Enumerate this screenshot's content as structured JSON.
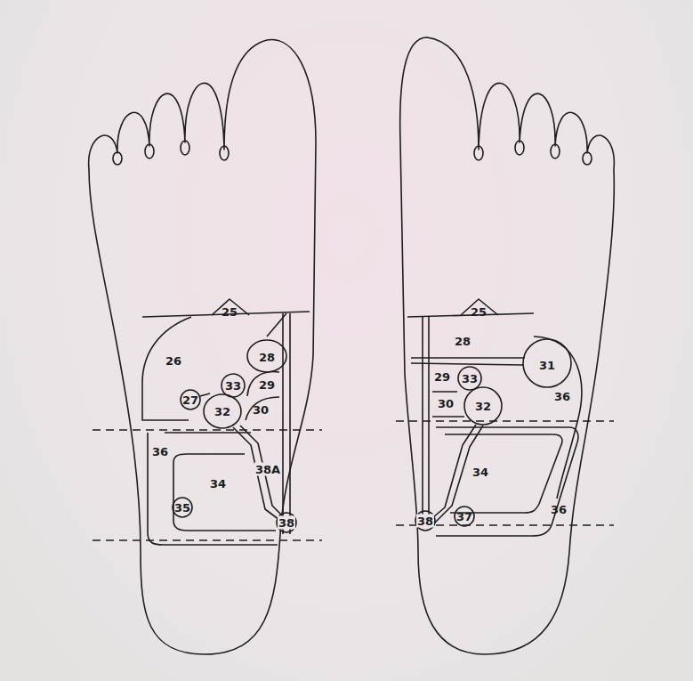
{
  "diagram": {
    "labels": [
      "25",
      "26",
      "28",
      "33",
      "29",
      "27",
      "32",
      "30",
      "36",
      "34",
      "38A",
      "35",
      "38",
      "25",
      "28",
      "31",
      "29",
      "33",
      "30",
      "32",
      "36",
      "34",
      "38",
      "37",
      "36"
    ]
  }
}
